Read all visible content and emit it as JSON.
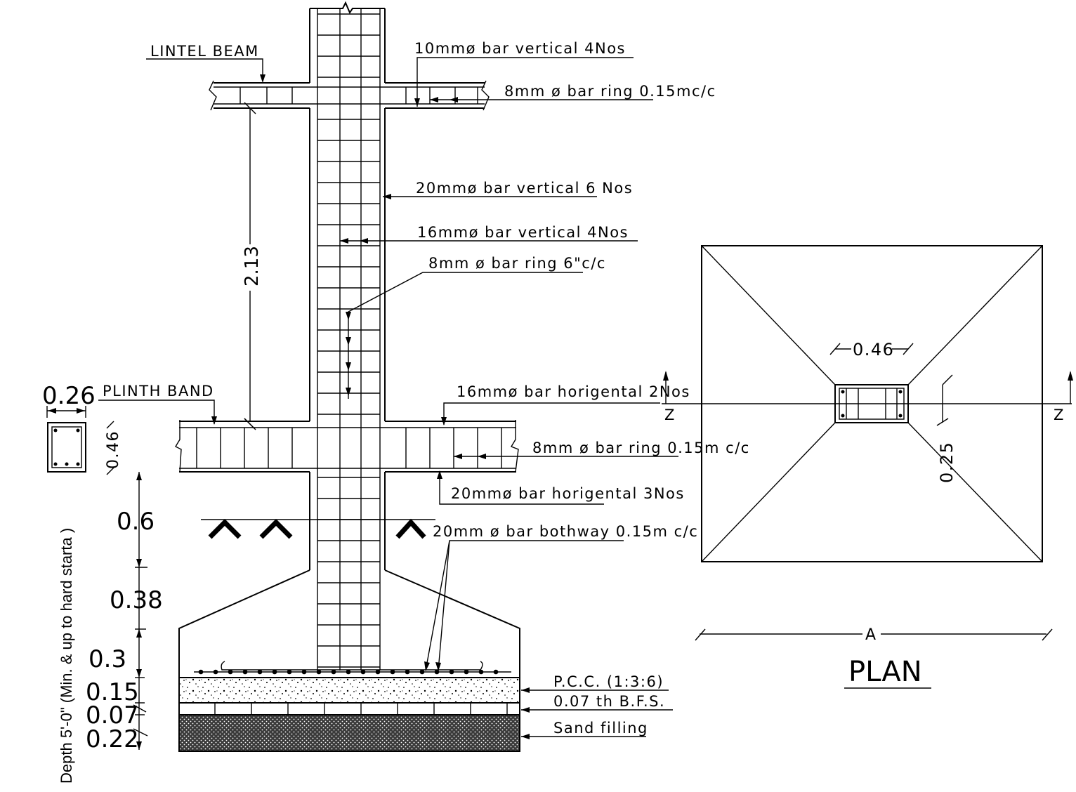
{
  "labels": {
    "lintel_beam": "LINTEL BEAM",
    "plinth_band": "PLINTH BAND",
    "bar_10mm_vertical": "10mmø bar vertical 4Nos",
    "ring_8mm_lintel": "8mm ø bar ring 0.15mc/c",
    "bar_20mm_vertical": "20mmø bar vertical 6 Nos",
    "bar_16mm_vertical": "16mmø bar vertical 4Nos",
    "ring_8mm_column": "8mm ø bar ring 6\"c/c",
    "bar_16mm_horizontal": "16mmø bar horigental 2Nos",
    "ring_8mm_plinth": "8mm ø bar ring 0.15m c/c",
    "bar_20mm_horizontal": "20mmø bar horigental 3Nos",
    "bar_20mm_bothway": "20mm ø bar bothway 0.15m c/c",
    "pcc": "P.C.C. (1:3:6)",
    "bfs": "0.07 th B.F.S.",
    "sand": "Sand filling",
    "depth_note": "Depth 5'-0\" (Min. & up to hard starta )",
    "plan_title": "PLAN"
  },
  "dimensions": {
    "lintel_height": "2.13",
    "band_width": "0.26",
    "band_depth": "0.46",
    "d1": "0.6",
    "d2": "0.38",
    "d3": "0.3",
    "d4": "0.15",
    "d5": "0.07",
    "d6": "0.22",
    "plan_column": "0.46",
    "plan_offset": "0.25",
    "plan_width": "A",
    "section_left": "Z",
    "section_right": "Z"
  }
}
